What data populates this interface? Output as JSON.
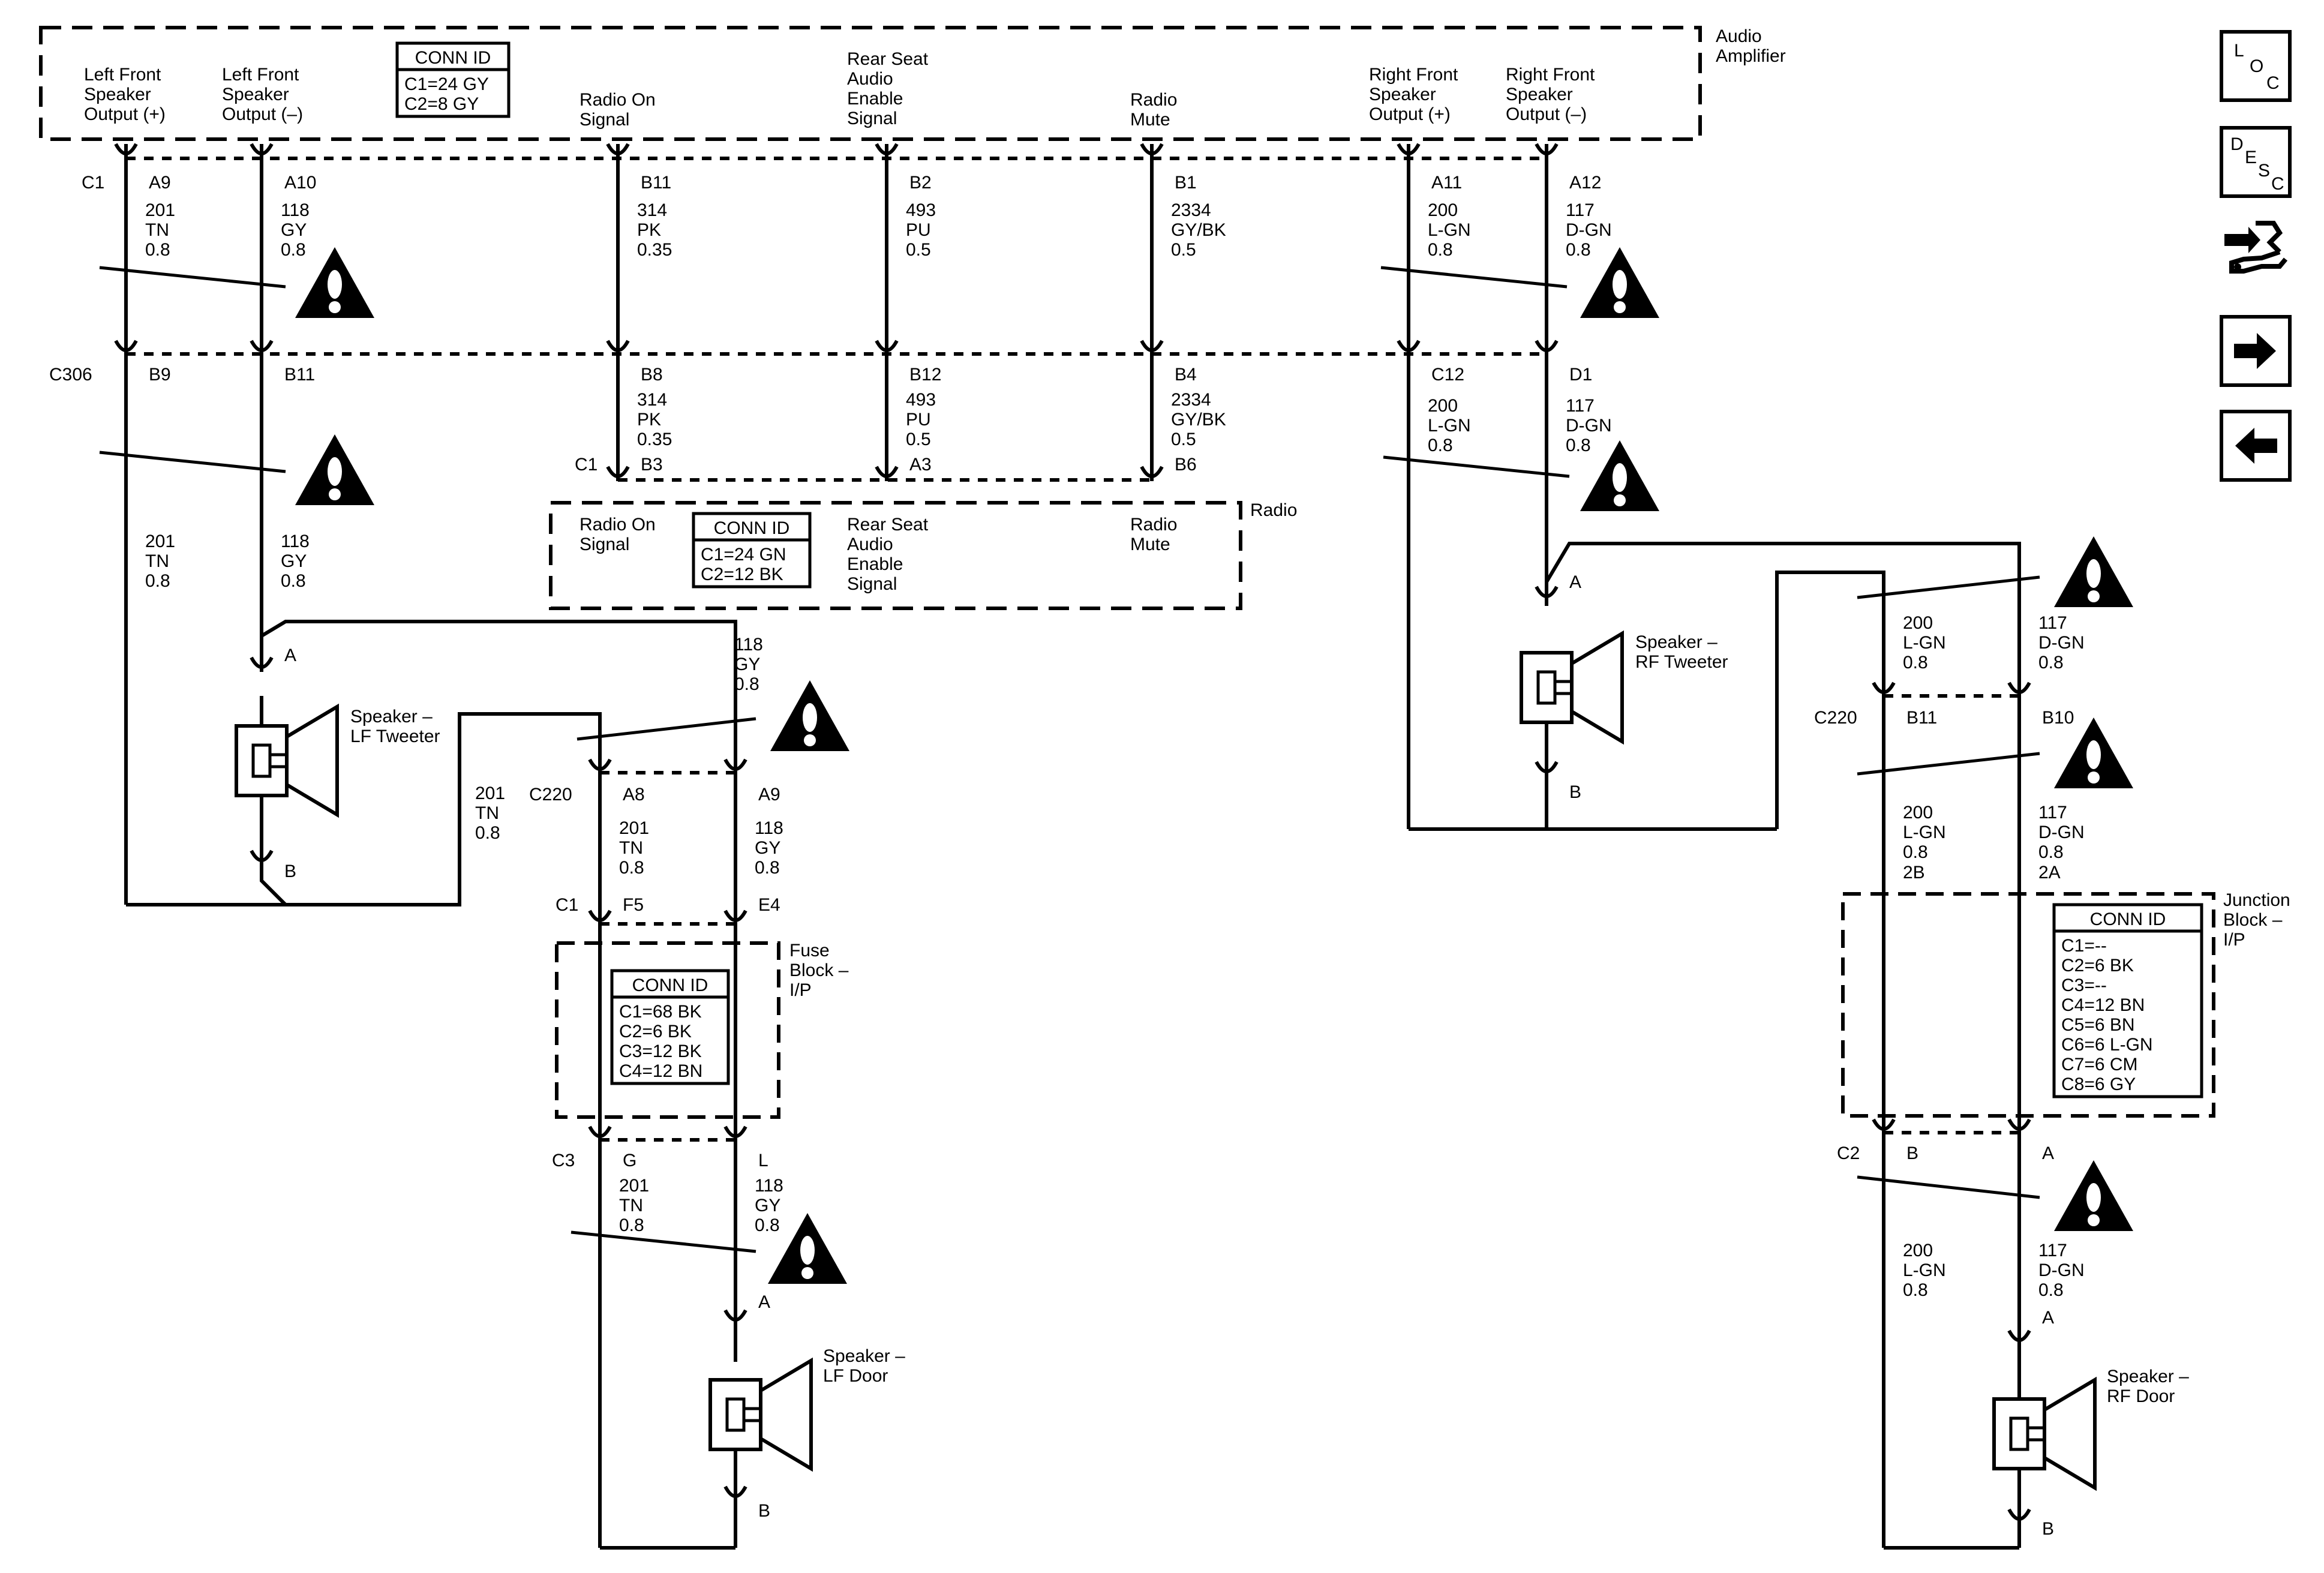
{
  "modules": {
    "audio_amplifier": {
      "label": [
        "Audio",
        "Amplifier"
      ]
    },
    "radio": {
      "label": [
        "Radio"
      ]
    },
    "fuse_block": {
      "label": [
        "Fuse",
        "Block –",
        "I/P"
      ]
    },
    "junction_block": {
      "label": [
        "Junction",
        "Block –",
        "I/P"
      ]
    }
  },
  "amp_pins": {
    "lf_plus": [
      "Left Front",
      "Speaker",
      "Output (+)"
    ],
    "lf_minus": [
      "Left Front",
      "Speaker",
      "Output (–)"
    ],
    "radio_on": [
      "Radio On",
      "Signal"
    ],
    "rear_seat": [
      "Rear Seat",
      "Audio",
      "Enable",
      "Signal"
    ],
    "radio_mute": [
      "Radio",
      "Mute"
    ],
    "rf_plus": [
      "Right Front",
      "Speaker",
      "Output (+)"
    ],
    "rf_minus": [
      "Right Front",
      "Speaker",
      "Output (–)"
    ]
  },
  "radio_pins": {
    "radio_on": [
      "Radio On",
      "Signal"
    ],
    "rear_seat": [
      "Rear Seat",
      "Audio",
      "Enable",
      "Signal"
    ],
    "radio_mute": [
      "Radio",
      "Mute"
    ]
  },
  "conn_id": {
    "amp": {
      "title": "CONN ID",
      "lines": [
        "C1=24 GY",
        "C2=8 GY"
      ]
    },
    "radio": {
      "title": "CONN ID",
      "lines": [
        "C1=24 GN",
        "C2=12 BK"
      ]
    },
    "fuse": {
      "title": "CONN ID",
      "lines": [
        "C1=68 BK",
        "C2=6 BK",
        "C3=12 BK",
        "C4=12 BN"
      ]
    },
    "junction": {
      "title": "CONN ID",
      "lines": [
        "C1=--",
        "C2=6 BK",
        "C3=--",
        "C4=12 BN",
        "C5=6 BN",
        "C6=6 L-GN",
        "C7=6 CM",
        "C8=6 GY"
      ]
    }
  },
  "connectors": {
    "amp_c1": "C1",
    "c306": "C306",
    "radio_c1": "C1",
    "c220_left": "C220",
    "fuse_c1": "C1",
    "fuse_c3": "C3",
    "c220_right": "C220",
    "jb_c2": "C2"
  },
  "pins": {
    "amp_a9": "A9",
    "amp_a10": "A10",
    "amp_b11": "B11",
    "amp_b2": "B2",
    "amp_b1": "B1",
    "amp_a11": "A11",
    "amp_a12": "A12",
    "c306_b9": "B9",
    "c306_b11": "B11",
    "c306_b8": "B8",
    "c306_b12": "B12",
    "c306_b4": "B4",
    "c306_c12": "C12",
    "c306_d1": "D1",
    "radio_b3": "B3",
    "radio_a3": "A3",
    "radio_b6": "B6",
    "lft_a": "A",
    "lft_b": "B",
    "c220_a8": "A8",
    "c220_a9": "A9",
    "fuse_f5": "F5",
    "fuse_e4": "E4",
    "fuse_g": "G",
    "fuse_l": "L",
    "lfd_a": "A",
    "lfd_b": "B",
    "rft_a": "A",
    "rft_b": "B",
    "c220_b11": "B11",
    "c220_b10": "B10",
    "jb_2b": "2B",
    "jb_2a": "2A",
    "jb_b": "B",
    "jb_a": "A",
    "rfd_a": "A",
    "rfd_b": "B"
  },
  "wires": {
    "w201_top": [
      "201",
      "TN",
      "0.8"
    ],
    "w118_top": [
      "118",
      "GY",
      "0.8"
    ],
    "w314_top": [
      "314",
      "PK",
      "0.35"
    ],
    "w493_top": [
      "493",
      "PU",
      "0.5"
    ],
    "w2334_top": [
      "2334",
      "GY/BK",
      "0.5"
    ],
    "w200_top": [
      "200",
      "L-GN",
      "0.8"
    ],
    "w117_top": [
      "117",
      "D-GN",
      "0.8"
    ],
    "w314_mid": [
      "314",
      "PK",
      "0.35"
    ],
    "w493_mid": [
      "493",
      "PU",
      "0.5"
    ],
    "w2334_mid": [
      "2334",
      "GY/BK",
      "0.5"
    ],
    "w200_mid": [
      "200",
      "L-GN",
      "0.8"
    ],
    "w117_mid": [
      "117",
      "D-GN",
      "0.8"
    ],
    "w201_lf": [
      "201",
      "TN",
      "0.8"
    ],
    "w118_lf": [
      "118",
      "GY",
      "0.8"
    ],
    "w118_right": [
      "118",
      "GY",
      "0.8"
    ],
    "w201_loop": [
      "201",
      "TN",
      "0.8"
    ],
    "w201_c220": [
      "201",
      "TN",
      "0.8"
    ],
    "w118_c220": [
      "118",
      "GY",
      "0.8"
    ],
    "w201_door": [
      "201",
      "TN",
      "0.8"
    ],
    "w118_door": [
      "118",
      "GY",
      "0.8"
    ],
    "w200_rft": [
      "200",
      "L-GN",
      "0.8"
    ],
    "w117_rft": [
      "117",
      "D-GN",
      "0.8"
    ],
    "w200_jb": [
      "200",
      "L-GN",
      "0.8"
    ],
    "w117_jb": [
      "117",
      "D-GN",
      "0.8"
    ],
    "w200_rfd": [
      "200",
      "L-GN",
      "0.8"
    ],
    "w117_rfd": [
      "117",
      "D-GN",
      "0.8"
    ]
  },
  "components": {
    "lf_tweeter": [
      "Speaker –",
      "LF Tweeter"
    ],
    "lf_door": [
      "Speaker –",
      "LF Door"
    ],
    "rf_tweeter": [
      "Speaker –",
      "RF Tweeter"
    ],
    "rf_door": [
      "Speaker –",
      "RF Door"
    ]
  },
  "nav": {
    "loc": [
      "L",
      "O",
      "C"
    ],
    "desc": [
      "D",
      "E",
      "S",
      "C"
    ]
  },
  "icons": {
    "warning": "warning-icon",
    "loc": "location-icon",
    "desc": "description-icon",
    "schematic": "schematic-icon",
    "next": "arrow-right-icon",
    "prev": "arrow-left-icon"
  }
}
